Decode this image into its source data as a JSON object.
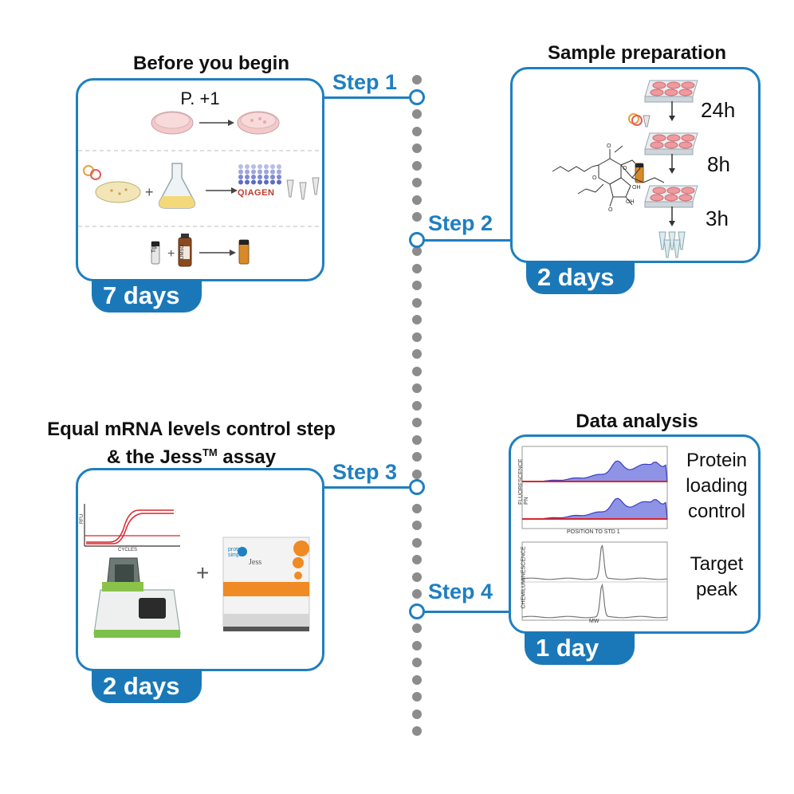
{
  "steps": [
    {
      "label": "Step 1",
      "title": "Before you begin",
      "duration": "7 days"
    },
    {
      "label": "Step 2",
      "title": "Sample preparation",
      "duration": "2 days"
    },
    {
      "label": "Step 3",
      "title_line1": "Equal mRNA levels control step",
      "title_line2_pre": "& the Jess",
      "title_line2_sup": "TM",
      "title_line2_post": " assay",
      "duration": "2 days"
    },
    {
      "label": "Step 4",
      "title": "Data analysis",
      "duration": "1 day"
    }
  ],
  "panel1": {
    "passage_label": "P. +1",
    "kit_label": "QIAGEN",
    "tube_label": "Tg",
    "dmso_label": "DMSO",
    "plus": "+"
  },
  "panel2": {
    "times": [
      "24h",
      "8h",
      "3h"
    ]
  },
  "panel3": {
    "plot_xlabel": "CYCLES",
    "plot_ylabel": "RFU",
    "instrument_brand": "protein simple",
    "instrument_name": "Jess",
    "plus": "+"
  },
  "panel4": {
    "plot1_ylabel": "FLUORESCENCE PN",
    "plot1_xlabel": "POSITION TO STD 1",
    "plot2_ylabel": "CHEMILUMINESCENCE",
    "plot2_xlabel": "MW",
    "annotation1": [
      "Protein",
      "loading",
      "control"
    ],
    "annotation2": [
      "Target",
      "peak"
    ]
  },
  "colors": {
    "accent_blue": "#1f7fc0",
    "duration_blue": "#1a78b8",
    "timeline_gray": "#8c8c8c",
    "curve_red": "#d9262c",
    "area_blue": "#8f93e6"
  }
}
